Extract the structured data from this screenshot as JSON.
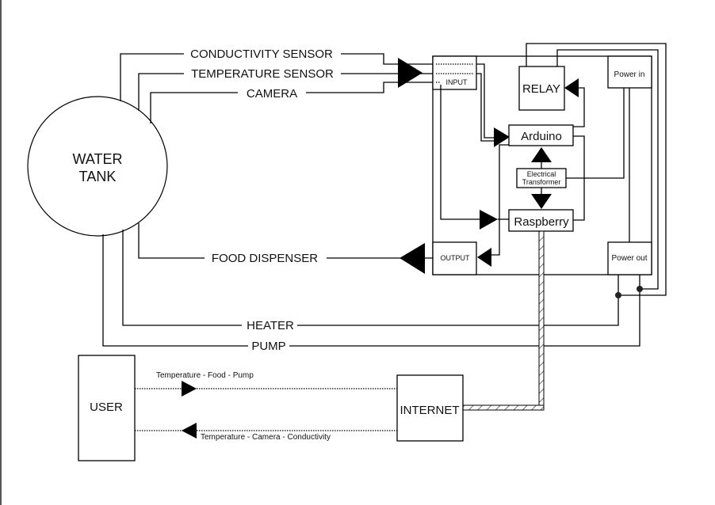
{
  "diagram": {
    "nodes": {
      "water_tank": [
        "WATER",
        "TANK"
      ],
      "input": "INPUT",
      "output": "OUTPUT",
      "relay": "RELAY",
      "arduino": "Arduino",
      "raspberry": "Raspberry",
      "transformer": [
        "Electrical",
        "Transformer"
      ],
      "power_in": "Power in",
      "power_out": "Power out",
      "user": "USER",
      "internet": "INTERNET"
    },
    "connections": {
      "conductivity": "CONDUCTIVITY SENSOR",
      "temperature": "TEMPERATURE SENSOR",
      "camera": "CAMERA",
      "food": "FOOD DISPENSER",
      "heater": "HEATER",
      "pump": "PUMP"
    },
    "data_flows": {
      "to_internet": "Temperature - Food - Pump",
      "to_user": "Temperature - Camera - Conductivity"
    }
  }
}
